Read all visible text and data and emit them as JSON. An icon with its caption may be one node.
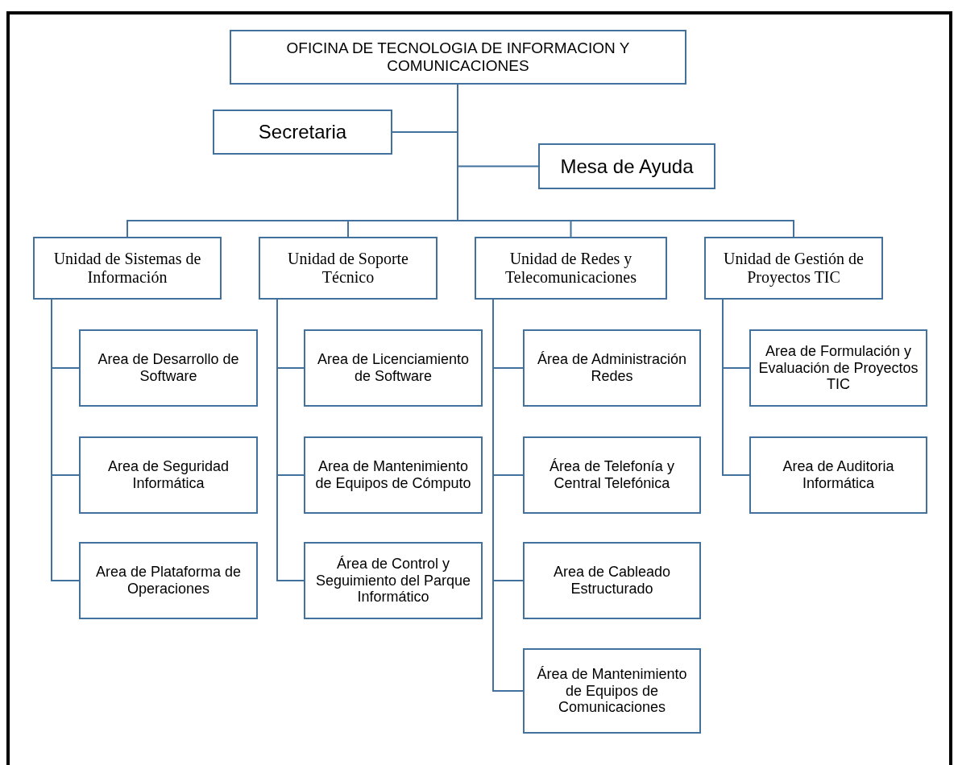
{
  "diagram": {
    "nodes": [
      {
        "text": [
          "OFICINA DE TECNOLOGIA DE INFORMACION Y COMUNICACIONES"
        ]
      },
      {
        "text": [
          "Secretaria"
        ]
      },
      {
        "text": [
          "Mesa de Ayuda"
        ]
      },
      {
        "text": [
          "Unidad de Sistemas de Información"
        ]
      },
      {
        "text": [
          "Unidad de Soporte Técnico"
        ]
      },
      {
        "text": [
          "Unidad de Redes y Telecomunicaciones"
        ]
      },
      {
        "text": [
          "Unidad de Gestión de Proyectos TIC"
        ]
      },
      {
        "text": [
          "Area de Desarrollo de Software"
        ]
      },
      {
        "text": [
          "Area de Seguridad Informática"
        ]
      },
      {
        "text": [
          "Area de Plataforma de Operaciones"
        ]
      },
      {
        "text": [
          "Area de Licenciamiento de Software"
        ]
      },
      {
        "text": [
          "Area de Mantenimiento de Equipos de Cómputo"
        ]
      },
      {
        "text": [
          "Área de Control y Seguimiento del Parque Informático"
        ]
      },
      {
        "text": [
          "Área de Administración Redes"
        ]
      },
      {
        "text": [
          "Área de Telefonía y Central Telefónica"
        ]
      },
      {
        "text": [
          "Area de Cableado Estructurado"
        ]
      },
      {
        "text": [
          "Área de Mantenimiento de Equipos de Comunicaciones"
        ]
      },
      {
        "text": [
          "Area de Formulación y Evaluación de Proyectos TIC"
        ]
      },
      {
        "text": [
          "Area de Auditoria Informática"
        ]
      }
    ],
    "edges": [
      {
        "from": 0,
        "to": 1,
        "arrow": "none"
      },
      {
        "from": 0,
        "to": 2,
        "arrow": "none"
      },
      {
        "from": 0,
        "to": 3,
        "arrow": "none"
      },
      {
        "from": 0,
        "to": 4,
        "arrow": "none"
      },
      {
        "from": 0,
        "to": 5,
        "arrow": "none"
      },
      {
        "from": 0,
        "to": 6,
        "arrow": "none"
      },
      {
        "from": 3,
        "to": 7,
        "arrow": "none"
      },
      {
        "from": 3,
        "to": 8,
        "arrow": "none"
      },
      {
        "from": 3,
        "to": 9,
        "arrow": "none"
      },
      {
        "from": 4,
        "to": 10,
        "arrow": "none"
      },
      {
        "from": 4,
        "to": 11,
        "arrow": "none"
      },
      {
        "from": 4,
        "to": 12,
        "arrow": "none"
      },
      {
        "from": 5,
        "to": 13,
        "arrow": "none"
      },
      {
        "from": 5,
        "to": 14,
        "arrow": "none"
      },
      {
        "from": 5,
        "to": 15,
        "arrow": "none"
      },
      {
        "from": 5,
        "to": 16,
        "arrow": "none"
      },
      {
        "from": 6,
        "to": 17,
        "arrow": "none"
      },
      {
        "from": 6,
        "to": 18,
        "arrow": "none"
      }
    ]
  }
}
